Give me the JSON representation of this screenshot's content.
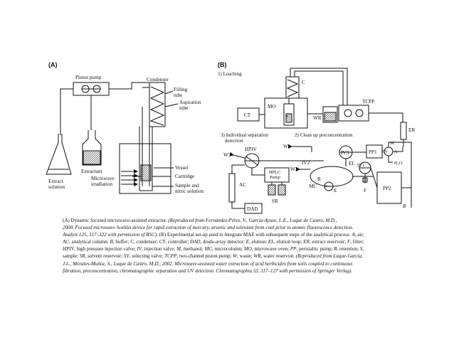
{
  "panelA": {
    "tag": "(A)",
    "labels": {
      "piston_pump": "Piston pump",
      "condenser": "Condenser",
      "filling_tube": "Filling\ntube",
      "aspiration_tube": "Aspiration\ntube",
      "extract_solution": "Extract\nsolution",
      "extractant": "Extractant",
      "microwave_irradiation": "Microwave\nirradiation",
      "vessel": "Vessel",
      "cartridge": "Cartridge",
      "sample_nitric": "Sample and\nnitric solution"
    }
  },
  "panelB": {
    "tag": "(B)",
    "sections": {
      "leaching": "1) Leaching",
      "cleanup": "2) Clean up preconcentration",
      "separation": "3) Individual separation\ndetection"
    },
    "labels": {
      "C": "C",
      "MO": "MO",
      "S": "S",
      "CT": "CT",
      "WR": "WR",
      "TCPP": "TCPP",
      "ER": "ER",
      "W1": "W1",
      "W2": "W2",
      "W3": "W3",
      "HPIV": "HPIV",
      "IV2": "IV2",
      "IV3": "IV3",
      "IV1": "IV1",
      "PP1": "PP1",
      "PP2": "PP2",
      "SV": "SV",
      "A": "A",
      "M": "M",
      "H2O": "H₂O",
      "EL": "EL",
      "R": "R",
      "E": "E",
      "MC": "MC",
      "F": "F",
      "B": "B",
      "HPLC": "HPLC\nPump",
      "AC": "AC",
      "DAD": "DAD",
      "SR": "SR"
    }
  },
  "caption": {
    "lines": [
      [
        {
          "t": "(A) Dynamic focused microwave-assisted extractor. ",
          "i": false
        },
        {
          "t": "(Reproduced from Fernández-Pérez, V., García-Ayuso, L.E., Luque de Castro, M.D.,",
          "i": true
        }
      ],
      [
        {
          "t": "2000. Focused microwave Soxhlet device for rapid extraction of mercury, arsenic and selenium from coal prior to atomic fluorescence detection.",
          "i": true
        }
      ],
      [
        {
          "t": "Analyst 125, 317–322 with permission of RSC).",
          "i": true
        },
        {
          "t": " (B) Experimental set-up used to integrate MAE with subsequent steps of the analytical process. ",
          "i": false
        },
        {
          "t": "A",
          "i": true
        },
        {
          "t": ", air;",
          "i": false
        }
      ],
      [
        {
          "t": "AC",
          "i": true
        },
        {
          "t": ", analytical column; ",
          "i": false
        },
        {
          "t": "B",
          "i": true
        },
        {
          "t": ", buffer; ",
          "i": false
        },
        {
          "t": "C",
          "i": true
        },
        {
          "t": ", condenser; ",
          "i": false
        },
        {
          "t": "CT",
          "i": true
        },
        {
          "t": ", controller; ",
          "i": false
        },
        {
          "t": "DAD",
          "i": true
        },
        {
          "t": ", diode-array detector; ",
          "i": false
        },
        {
          "t": "E",
          "i": true
        },
        {
          "t": ", elution; ",
          "i": false
        },
        {
          "t": "EL",
          "i": true
        },
        {
          "t": ", elution loop; ",
          "i": false
        },
        {
          "t": "ER",
          "i": true
        },
        {
          "t": ", extract reservoir; ",
          "i": false
        },
        {
          "t": "F",
          "i": true
        },
        {
          "t": ", filter;",
          "i": false
        }
      ],
      [
        {
          "t": "HPIV",
          "i": true
        },
        {
          "t": ", high pressure injection valve; ",
          "i": false
        },
        {
          "t": "IV",
          "i": true
        },
        {
          "t": ", injection valve; ",
          "i": false
        },
        {
          "t": "M",
          "i": true
        },
        {
          "t": ", methanol; ",
          "i": false
        },
        {
          "t": "MC",
          "i": true
        },
        {
          "t": ", microcolumn; ",
          "i": false
        },
        {
          "t": "MO",
          "i": true
        },
        {
          "t": ", microwave oven; ",
          "i": false
        },
        {
          "t": "PP",
          "i": true
        },
        {
          "t": ", peristaltic pump; ",
          "i": false
        },
        {
          "t": "R",
          "i": true
        },
        {
          "t": ", retention; ",
          "i": false
        },
        {
          "t": "S",
          "i": true
        },
        {
          "t": ",",
          "i": false
        }
      ],
      [
        {
          "t": "sample; ",
          "i": false
        },
        {
          "t": "SR",
          "i": true
        },
        {
          "t": ", solvent reservoir; ",
          "i": false
        },
        {
          "t": "SV",
          "i": true
        },
        {
          "t": ", selecting valve; ",
          "i": false
        },
        {
          "t": "TCPP",
          "i": true
        },
        {
          "t": ", two-channel piston pump; ",
          "i": false
        },
        {
          "t": "W",
          "i": true
        },
        {
          "t": ", waste; ",
          "i": false
        },
        {
          "t": "WR",
          "i": true
        },
        {
          "t": ", water reservoir. ",
          "i": false
        },
        {
          "t": "(Reproduced from Luque-García,",
          "i": true
        }
      ],
      [
        {
          "t": "J.L., Morales-Muñoz, S., Luque de Castro, M.D., 2002. Microwave-assisted water extraction of acid herbicides from soils coupled to continuous",
          "i": true
        }
      ],
      [
        {
          "t": "filtration, preconcentration, chromatographic separation and UV detection. Chromatographia 55, 117–127 with permission of Springer Verlag).",
          "i": true
        }
      ]
    ]
  }
}
